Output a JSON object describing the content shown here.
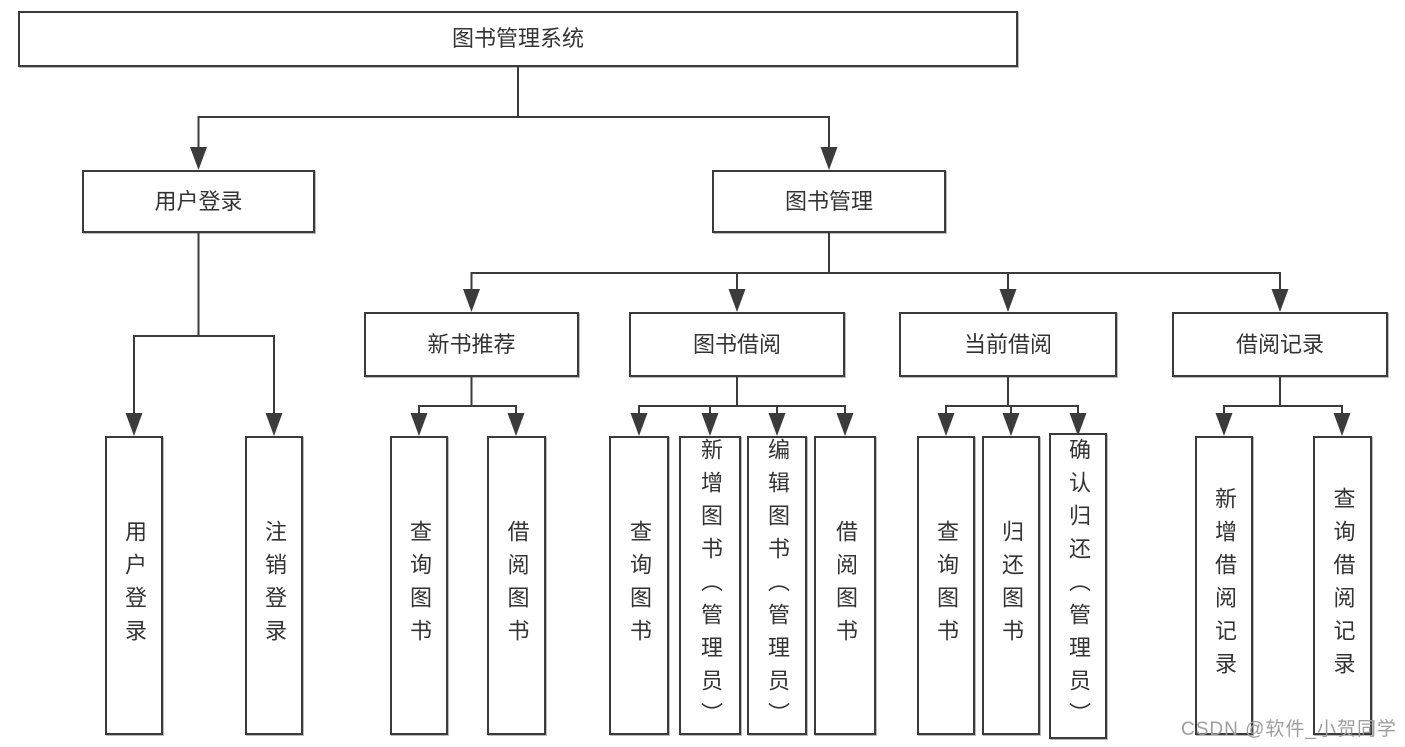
{
  "diagram": {
    "root": {
      "label": "图书管理系统"
    },
    "branches": {
      "user_login": {
        "label": "用户登录",
        "children": {
          "login": {
            "label": "用户登录"
          },
          "logout": {
            "label": "注销登录"
          }
        }
      },
      "book_mgmt": {
        "label": "图书管理",
        "groups": {
          "new_book_rec": {
            "label": "新书推荐",
            "children": {
              "query_books": {
                "label": "查询图书"
              },
              "borrow_books": {
                "label": "借阅图书"
              }
            }
          },
          "book_borrow": {
            "label": "图书借阅",
            "children": {
              "query_books": {
                "label": "查询图书"
              },
              "add_books_admin": {
                "label": "新增图书（管理员）"
              },
              "edit_books_admin": {
                "label": "编辑图书（管理员）"
              },
              "borrow_books": {
                "label": "借阅图书"
              }
            }
          },
          "current_borrow": {
            "label": "当前借阅",
            "children": {
              "query_books": {
                "label": "查询图书"
              },
              "return_books": {
                "label": "归还图书"
              },
              "confirm_return_admin": {
                "label": "确认归还（管理员）"
              }
            }
          },
          "borrow_record": {
            "label": "借阅记录",
            "children": {
              "add_borrow_record": {
                "label": "新增借阅记录"
              },
              "query_borrow_record": {
                "label": "查询借阅记录"
              }
            }
          }
        }
      }
    }
  },
  "watermark": {
    "text": "CSDN @软件_小贺同学"
  },
  "colors": {
    "line": "#3b3b3b",
    "text": "#333333",
    "background": "#ffffff",
    "watermark": "#9e9e9e"
  }
}
